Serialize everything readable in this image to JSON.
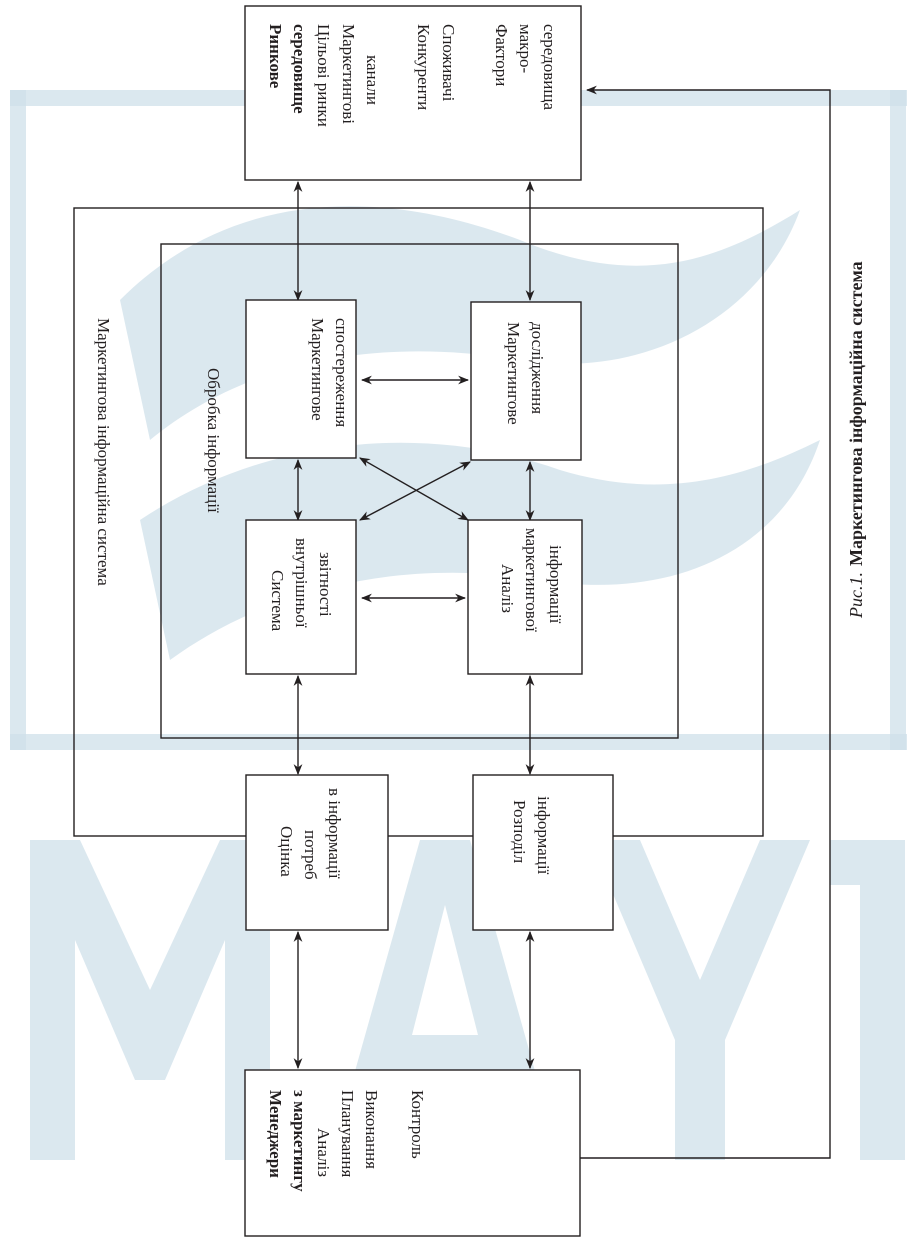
{
  "colors": {
    "ink": "#231f20",
    "watermark": "#cfe0ea"
  },
  "watermark_text": "МАУП",
  "figure": {
    "caption_prefix": "Рис.1.",
    "caption_title": "Маркетингова інформаційна система"
  },
  "boxes": {
    "market_env": {
      "title1": "Ринкове",
      "title2": "середовище",
      "lines": [
        "Цільові ринки",
        "Маркетингові",
        "канали",
        "Конкуренти",
        "Споживачі",
        "Фактори",
        "макро-",
        "середовища"
      ]
    },
    "mis_label": "Маркетингова інформаційна система",
    "processing_label": "Обробка інформації",
    "observation": [
      "Маркетингове",
      "спостереження"
    ],
    "research": [
      "Маркетингове",
      "дослідження"
    ],
    "internal": [
      "Система",
      "внутрішньої",
      "звітності"
    ],
    "analysis": [
      "Аналіз",
      "маркетингової",
      "інформації"
    ],
    "needs": [
      "Оцінка",
      "потреб",
      "в інформації"
    ],
    "distribution": [
      "Розподіл",
      "інформації"
    ],
    "managers": {
      "title1": "Менеджери",
      "title2": "з маркетингу",
      "lines": [
        "Аналіз",
        "Планування",
        "Виконання",
        "Контроль"
      ]
    }
  }
}
